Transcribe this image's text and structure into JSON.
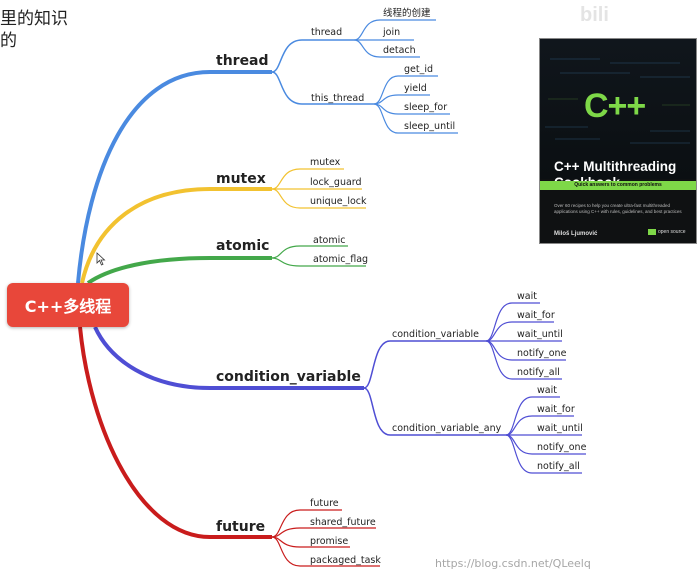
{
  "corner_text": {
    "line1": "里的知识",
    "line2": "的"
  },
  "root": {
    "label": "C++多线程"
  },
  "branches": [
    {
      "label": "thread",
      "color": "#4a8ae0",
      "subs": [
        {
          "label": "thread",
          "leaves": [
            "线程的创建",
            "join",
            "detach"
          ]
        },
        {
          "label": "this_thread",
          "leaves": [
            "get_id",
            "yield",
            "sleep_for",
            "sleep_until"
          ]
        }
      ]
    },
    {
      "label": "mutex",
      "color": "#f2c230",
      "leaves": [
        "mutex",
        "lock_guard",
        "unique_lock"
      ]
    },
    {
      "label": "atomic",
      "color": "#43a84a",
      "leaves": [
        "atomic",
        "atomic_flag"
      ]
    },
    {
      "label": "condition_variable",
      "color": "#4f4ed4",
      "subs": [
        {
          "label": "condition_variable",
          "leaves": [
            "wait",
            "wait_for",
            "wait_until",
            "notify_one",
            "notify_all"
          ]
        },
        {
          "label": "condition_variable_any",
          "leaves": [
            "wait",
            "wait_for",
            "wait_until",
            "notify_one",
            "notify_all"
          ]
        }
      ]
    },
    {
      "label": "future",
      "color": "#c91c1c",
      "leaves": [
        "future",
        "shared_future",
        "promise",
        "packaged_task"
      ]
    }
  ],
  "book": {
    "title": "C++ Multithreading Cookbook",
    "logo": "C++",
    "tagline": "Quick answers to common problems",
    "description": "Over 60 recipes to help you create ultra-fast multithreaded applications using C++ with rules, guidelines, and best practices",
    "author": "Miloš Ljumović",
    "publisher": "open source"
  },
  "watermark": "https://blog.csdn.net/QLeelq",
  "logo_watermark": "bili"
}
